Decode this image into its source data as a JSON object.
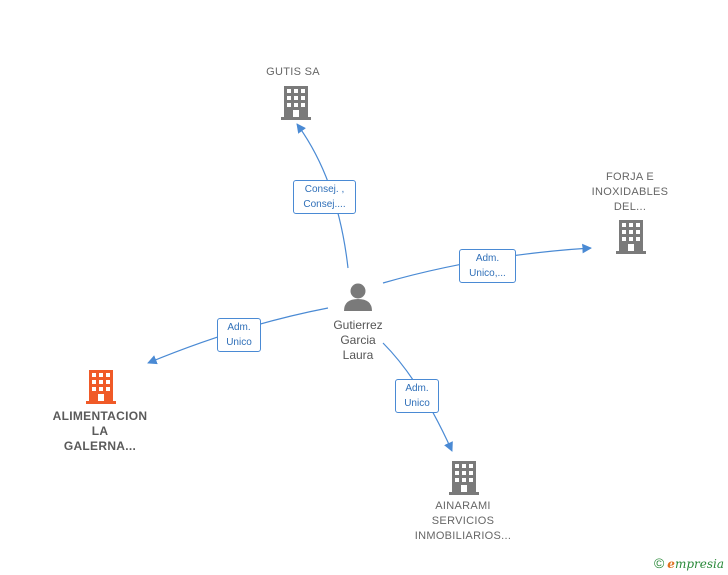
{
  "center": {
    "name_lines": [
      "Gutierrez",
      "Garcia",
      "Laura"
    ],
    "icon": "person-icon"
  },
  "companies": [
    {
      "id": "gutis",
      "lines": [
        "GUTIS SA"
      ],
      "icon": "building-icon",
      "color": "#7a7a7a"
    },
    {
      "id": "forja",
      "lines": [
        "FORJA E",
        "INOXIDABLES",
        "DEL..."
      ],
      "icon": "building-icon",
      "color": "#7a7a7a"
    },
    {
      "id": "alimentacion",
      "lines": [
        "ALIMENTACION",
        "LA",
        "GALERNA..."
      ],
      "icon": "building-icon",
      "color": "#f05a28"
    },
    {
      "id": "ainarami",
      "lines": [
        "AINARAMI",
        "SERVICIOS",
        "INMOBILIARIOS..."
      ],
      "icon": "building-icon",
      "color": "#7a7a7a"
    }
  ],
  "edges": [
    {
      "to": "gutis",
      "lines": [
        "Consej. ,",
        "Consej...."
      ]
    },
    {
      "to": "forja",
      "lines": [
        "Adm.",
        "Unico,..."
      ]
    },
    {
      "to": "alimentacion",
      "lines": [
        "Adm.",
        "Unico"
      ]
    },
    {
      "to": "ainarami",
      "lines": [
        "Adm.",
        "Unico"
      ]
    }
  ],
  "colors": {
    "edge": "#4a8ad4",
    "edge_text": "#2f6fb8",
    "person": "#7a7a7a"
  },
  "footer": {
    "copyright": "©",
    "brand_first": "e",
    "brand_rest": "mpresia"
  }
}
